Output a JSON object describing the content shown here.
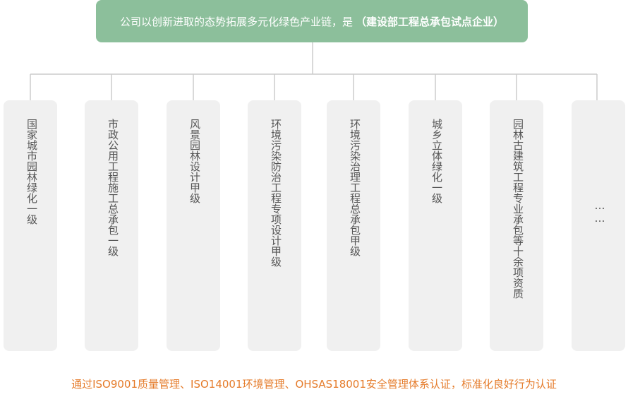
{
  "header": {
    "text": "公司以创新进取的态势拓展多元化绿色产业链，是",
    "emphasis": "（建设部工程总承包试点企业）"
  },
  "qualifications": [
    "国家城市园林绿化一级",
    "市政公用工程施工总承包一级",
    "风景园林设计甲级",
    "环境污染防治工程专项设计甲级",
    "环境污染治理工程总承包甲级",
    "城乡立体绿化一级",
    "园林古建筑工程专业承包等十余项资质",
    "……"
  ],
  "footer": {
    "text": "通过ISO9001质量管理、ISO14001环境管理、OHSAS18001安全管理体系认证，标准化良好行为认证"
  },
  "colors": {
    "header_bg": "#8cbf9b",
    "card_bg": "#f0f0f0",
    "card_text": "#555555",
    "footer_text": "#e57b2a",
    "line": "#cccccc"
  }
}
